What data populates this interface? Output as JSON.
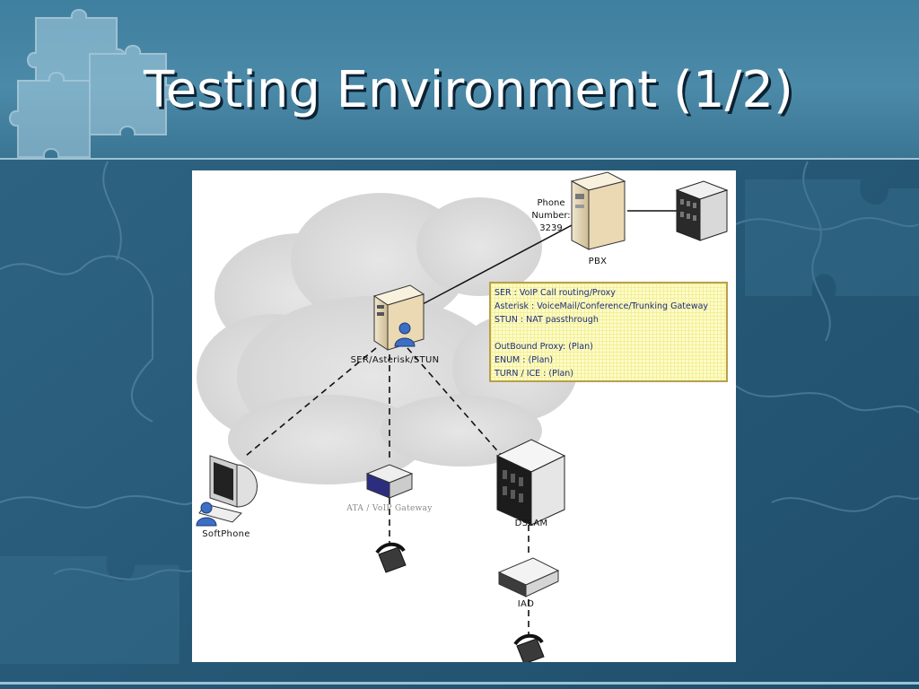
{
  "slide": {
    "title": "Testing Environment (1/2)"
  },
  "diagram": {
    "phone_number_lines": [
      "Phone",
      "Number:",
      "3239"
    ],
    "labels": {
      "pbx": "PBX",
      "ser_server": "SER/Asterisk/STUN",
      "softphone": "SoftPhone",
      "ata": "ATA / VoIP Gateway",
      "dslam": "DSLAM",
      "iad": "IAD"
    },
    "info_box_lines": [
      "SER     : VoIP Call routing/Proxy",
      "Asterisk : VoiceMail/Conference/Trunking Gateway",
      "STUN : NAT passthrough",
      "",
      "OutBound Proxy: (Plan)",
      "ENUM : (Plan)",
      "TURN / ICE : (Plan)"
    ]
  },
  "colors": {
    "title_bar": "#4b8aa8",
    "background": "#2a5a78",
    "info_box_fill": "#fdfcc8",
    "info_box_text": "#1d2d7a"
  },
  "icons": [
    "puzzle-icon",
    "server-icon",
    "pbx-icon",
    "rack-server-icon",
    "user-icon",
    "monitor-icon",
    "ata-icon",
    "phone-icon",
    "dslam-icon",
    "iad-icon",
    "cloud-icon"
  ]
}
